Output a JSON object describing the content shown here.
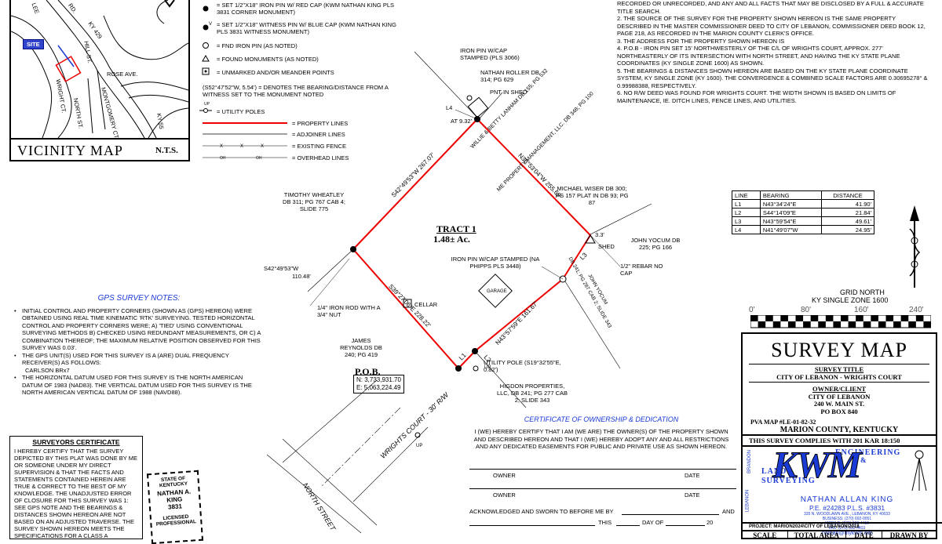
{
  "vicinity": {
    "title": "VICINITY MAP",
    "nts": "N.T.S.",
    "site": "SITE",
    "streets": [
      "LEE",
      "RD.",
      "KY 429",
      "HILL ST.",
      "ROSE AVE.",
      "WRIGHT CT.",
      "NORTH ST.",
      "MONTGOMERY CT.",
      "KY 55"
    ]
  },
  "legend": [
    {
      "symbol": "filled-circle-icon",
      "text": "= SET 1/2\"X18\" IRON PIN W/ RED CAP (KWM NATHAN KING PLS 3831 CORNER MONUMENT)"
    },
    {
      "symbol": "witness-pin-icon",
      "text": "= SET 1/2\"X18\" WITNESS PIN W/ BLUE CAP (KWM NATHAN KING PLS 3831 WITNESS MONUMENT)"
    },
    {
      "symbol": "open-circle-icon",
      "text": "= FND IRON PIN (AS NOTED)"
    },
    {
      "symbol": "triangle-icon",
      "text": "= FOUND MONUMENTS (AS NOTED)"
    },
    {
      "symbol": "square-dot-icon",
      "text": "= UNMARKED AND/OR MEANDER POINTS"
    },
    {
      "symbol": "",
      "text": "(S52°47'52\"W, 5.54') = DENOTES THE BEARING/DISTANCE FROM A WITNESS SET TO THE MONUMENT NOTED"
    },
    {
      "symbol": "utility-pole-icon",
      "text": "= UTILITY POLES"
    },
    {
      "symbol": "property-line",
      "text": "= PROPERTY LINES"
    },
    {
      "symbol": "adjoiner-line",
      "text": "= ADJOINER LINES"
    },
    {
      "symbol": "fence-line",
      "text": "= EXISTING FENCE"
    },
    {
      "symbol": "overhead-line",
      "text": "= OVERHEAD LINES"
    }
  ],
  "legend_fragments": {
    "up": "UP",
    "witness_v": "V",
    "fence_x": "x",
    "overhead_oh": "OH"
  },
  "notes": [
    "RECORDED OR UNRECORDED, AND ANY AND ALL FACTS THAT MAY BE DISCLOSED BY A FULL & ACCURATE TITLE SEARCH.",
    "2.  THE SOURCE OF THE SURVEY FOR THE PROPERTY SHOWN HEREON IS THE SAME PROPERTY DESCRIBED IN THE MASTER COMMISSIONER DEED TO CITY OF LEBANON, COMMISSIONER DEED BOOK 12, PAGE 218, AS RECORDED IN THE MARION COUNTY CLERK'S OFFICE.",
    "3.  THE ADDRESS FOR THE PROPERTY SHOWN HEREON IS",
    "4.  P.O.B - IRON PIN SET 15' NORTHWESTERLY OF THE C/L OF WRIGHTS COURT, APPROX. 277' NORTHEASTERLY OF ITS INTERSECTION WITH NORTH STREET, AND HAVING THE KY STATE PLANE COORDINATES (KY SINGLE ZONE 1600) AS SHOWN.",
    "5.  THE BEARINGS & DISTANCES SHOWN HEREON ARE BASED ON THE KY STATE PLANE COORDINATE SYSTEM, KY SINGLE ZONE (KY 1600). THE CONVERGENCE & COMBINED SCALE FACTORS ARE 0.30695278° & 0.99988388, RESPECTIVELY.",
    "6.  NO R/W DEED WAS FOUND FOR WRIGHTS COURT. THE WIDTH SHOWN IS BASED ON LIMITS OF MAINTENANCE, IE. DITCH LINES, FENCE LINES, AND UTILITIES."
  ],
  "line_table": {
    "headers": [
      "LINE",
      "BEARING",
      "DISTANCE"
    ],
    "rows": [
      [
        "L1",
        "N43°34'24\"E",
        "41.90'"
      ],
      [
        "L2",
        "S44°14'09\"E",
        "21.84'"
      ],
      [
        "L3",
        "N43°59'54\"E",
        "49.61'"
      ],
      [
        "L4",
        "N41°49'07\"W",
        "24.95'"
      ]
    ]
  },
  "north": {
    "grid_north": "GRID NORTH",
    "zone": "KY SINGLE ZONE 1600"
  },
  "scale": {
    "labels": [
      "0'",
      "80'",
      "160'",
      "240'"
    ]
  },
  "tract": {
    "name": "TRACT 1",
    "area": "1.48± Ac."
  },
  "bearings": {
    "nw_side": "S42°49'53\"W 267.07'",
    "ne_side": "N36°53'04\"W 255.69'",
    "sw_side": "S39°27'06\"E 228.22'",
    "se_side": "N43°57'59\"E 161.67'",
    "west_tie": "S42°49'53\"W",
    "west_tie_dist": "110.48'"
  },
  "labels": {
    "iron_pin_top": "IRON PIN W/CAP STAMPED (PLS 3066)",
    "roller": "NATHAN ROLLER DB 314; PG 629",
    "pnt_shed": "PNT IN SHED",
    "l4": "L4",
    "at932": "AT 9.32'",
    "lanham": "WILLIE & BETTY LANHAM DB 155; PG 532",
    "me_prop": "ME PROPERTY MANAGEMENT, LLC. DB 348; PG 100",
    "wheatley": "TIMOTHY WHEATLEY DB 311; PG 767 CAB 4; SLIDE 775",
    "wiser": "MICHAEL WISER DB 300; PG 157 PLAT IN DB 93; PG 87",
    "yocum": "JOHN YOCUM DB 225; PG 166",
    "shed": "SHED",
    "d33": "3.3'",
    "rebar": "1/2\" REBAR NO CAP",
    "iron_pin_mid": "IRON PIN W/CAP STAMPED (NA PHIPPS PLS 3448)",
    "l3": "L3",
    "yocum2": "DB 241; PG 287 CAB 2; SLIDE 343",
    "yocum2_name": "JOHN YOCUM",
    "garage": "GARAGE",
    "cellar": "CELLAR",
    "iron_rod": "1/4\" IRON ROD WITH A 3/4\" NUT",
    "reynolds": "JAMES REYNOLDS DB 240; PG 419",
    "pob": "P.O.B.",
    "pob_n": "N: 3,733,931.70",
    "pob_e": "E: 5,063,224.49",
    "l1": "L1",
    "l2": "L2",
    "up": "UP",
    "utility_pole": "UTILITY POLE (S19°32'55\"E, 0.82')",
    "higdon": "HIGDON PROPERTIES, LLC, DB 241; PG 277 CAB 2; SLIDE 343",
    "wrights": "WRIGHTS COURT - 30' R/W",
    "north_st": "NORTH STREET"
  },
  "gps": {
    "title": "GPS SURVEY NOTES:",
    "items": [
      "INITIAL CONTROL AND PROPERTY CORNERS (SHOWN AS (GPS) HEREON) WERE OBTAINED USING REAL TIME KINEMATIC 'RTK' SURVEYING.  TESTED HORIZONTAL CONTROL AND PROPERTY CORNERS WERE; a) 'TIED' USING CONVENTIONAL SURVEYING METHODS b) CHECKED USING REDUNDANT MEASUREMENTS, OR c) A COMBINATION THEREOF; THE MAXIMUM RELATIVE POSITION OBSERVED FOR THIS SURVEY WAS  0.03'.",
      "THE GPS UNIT(S) USED FOR THIS SURVEY IS A (ARE) DUAL FREQUENCY RECEIVER(S) AS FOLLOWS:",
      "THE HORIZONTAL DATUM USED FOR THIS SURVEY IS THE NORTH AMERICAN DATUM OF 1983 (NAD83).  THE VERTICAL DATUM USED FOR THIS SURVEY IS THE NORTH AMERICAN VERTICAL DATUM OF 1988 (NAVD88)."
    ],
    "receiver": "CARLSON    BRx7"
  },
  "surveyor_cert": {
    "title": "SURVEYORS CERTIFICATE",
    "text": "I HEREBY CERTIFY THAT THE SURVEY DEPICTED BY THIS PLAT WAS DONE BY ME OR SOMEONE UNDER MY DIRECT SUPERVISION & THAT THE FACTS AND STATEMENTS CONTAINED HEREIN ARE TRUE & CORRECT TO THE BEST OF MY KNOWLEDGE.  THE UNADJUSTED ERROR OF CLOSURE FOR THIS SURVEY WAS 1: SEE GPS NOTE  AND THE BEARINGS & DISTANCES SHOWN HEREON ARE NOT BASED ON AN ADJUSTED TRAVERSE.  THE SURVEY SHOWN HEREON MEETS THE SPECIFICATIONS FOR A CLASS A"
  },
  "seal": {
    "state": "STATE OF KENTUCKY",
    "name": "NATHAN A. KING",
    "number": "3831",
    "licensed": "LICENSED",
    "prof": "PROFESSIONAL"
  },
  "ownership": {
    "title": "CERTIFICATE OF OWNERSHIP & DEDICATION",
    "text": "I (WE) HEREBY CERTIFY THAT I AM (WE ARE) THE OWNER(S) OF THE PROPERTY SHOWN AND DESCRIBED HEREON AND THAT I (WE) HEREBY ADOPT ANY AND ALL RESTRICTIONS AND ANY DEDICATED EASEMENTS FOR PUBLIC AND PRIVATE USE AS SHOWN HEREON.",
    "owner": "OWNER",
    "date": "DATE",
    "sworn": "ACKNOWLEDGED AND SWORN TO BEFORE ME BY",
    "and": "AND",
    "this": "THIS",
    "day_of": "DAY OF",
    "year": "20"
  },
  "title_block": {
    "title": "SURVEY MAP",
    "survey_title_label": "SURVEY TITLE",
    "survey_title": "CITY OF LEBANON - WRIGHTS COURT",
    "owner_label": "OWNER/CLIENT",
    "owner1": "CITY OF LEBANON",
    "owner2": "240 W. MAIN ST.",
    "owner3": "PO BOX 840",
    "pva": "PVA MAP #LE-01-82-32",
    "county": "MARION COUNTY, KENTUCKY",
    "complies": "THIS SURVEY COMPLIES WITH 201 KAR 18:150",
    "firm_engineering": "ENGINEERING",
    "firm_amp": "&",
    "firm_land": "LAND",
    "firm_surveying": "SURVEYING",
    "firm_logo": "KWM",
    "surveyor": "NATHAN ALLAN KING",
    "pe_pls": "P.E. #24283   P.L.S. #3831",
    "address": "335 N. WOODLAWN AVE., LEBANON, KY 40033",
    "business": "BUSINESS: (270) 692-0051",
    "mobile": "MOBILE: (270) 699-4410",
    "fax": "FAX: (270) 692-4403",
    "email": "nathan@mykwm.net",
    "side1": "LEBANON",
    "side2": "BRANDON",
    "project": "PROJECT:  MARION2024\\CITY OF LEBANON\\2018",
    "footer": [
      "SCALE",
      "TOTAL AREA",
      "DATE",
      "DRAWN BY"
    ]
  }
}
